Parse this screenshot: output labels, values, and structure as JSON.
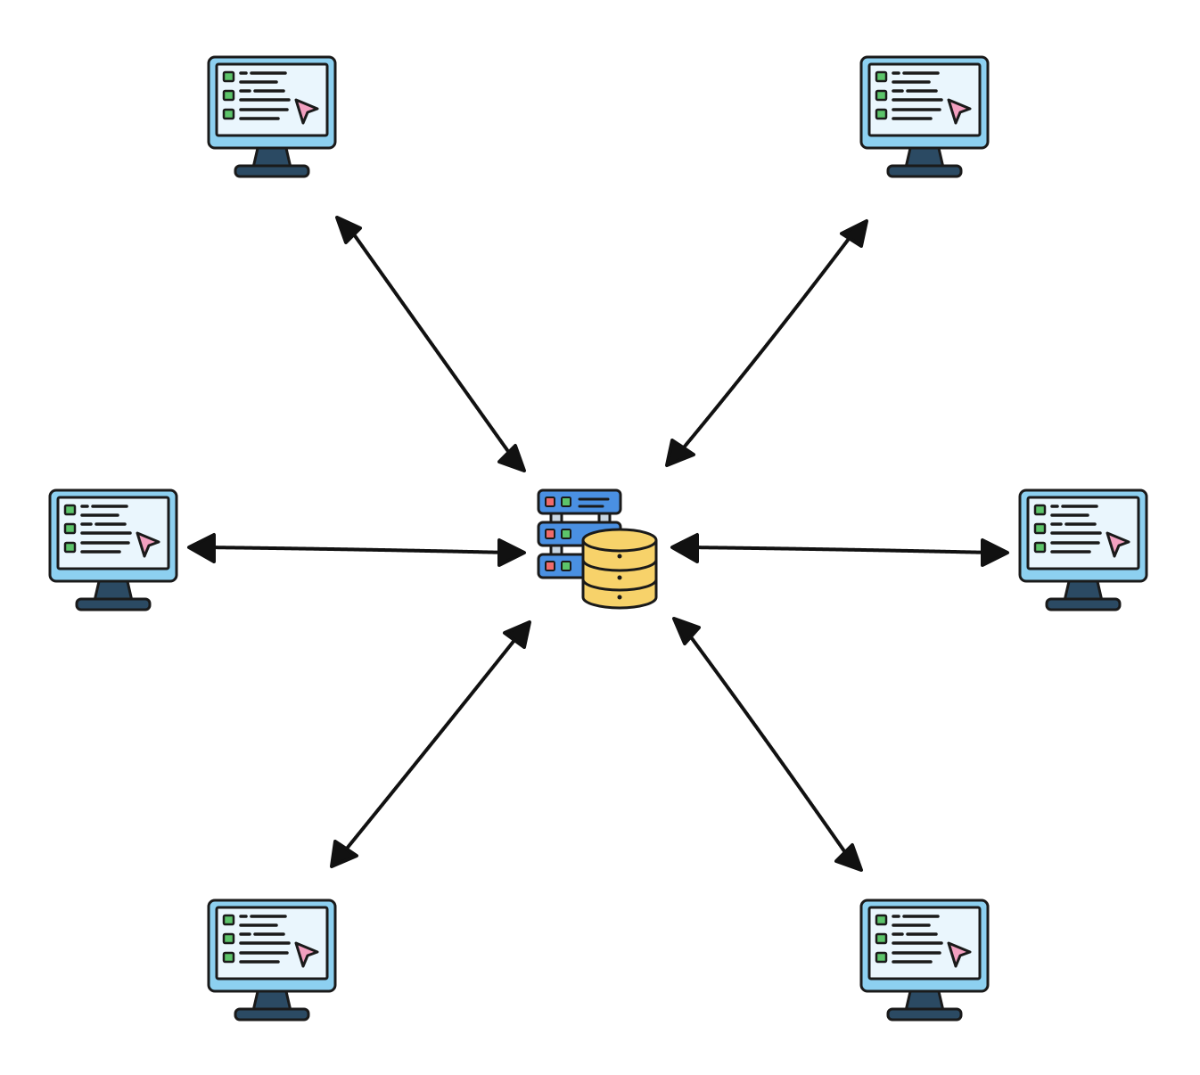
{
  "diagram": {
    "type": "star-network",
    "hub": {
      "id": "server",
      "icon": "server-database-icon"
    },
    "nodes": [
      {
        "id": "client-top-left",
        "icon": "computer-monitor-icon"
      },
      {
        "id": "client-top-right",
        "icon": "computer-monitor-icon"
      },
      {
        "id": "client-middle-left",
        "icon": "computer-monitor-icon"
      },
      {
        "id": "client-middle-right",
        "icon": "computer-monitor-icon"
      },
      {
        "id": "client-bottom-left",
        "icon": "computer-monitor-icon"
      },
      {
        "id": "client-bottom-right",
        "icon": "computer-monitor-icon"
      }
    ],
    "edges": [
      {
        "from": "server",
        "to": "client-top-left",
        "direction": "bidirectional"
      },
      {
        "from": "server",
        "to": "client-top-right",
        "direction": "bidirectional"
      },
      {
        "from": "server",
        "to": "client-middle-left",
        "direction": "bidirectional"
      },
      {
        "from": "server",
        "to": "client-middle-right",
        "direction": "bidirectional"
      },
      {
        "from": "server",
        "to": "client-bottom-left",
        "direction": "bidirectional"
      },
      {
        "from": "server",
        "to": "client-bottom-right",
        "direction": "bidirectional"
      }
    ],
    "colors": {
      "outline": "#1a1a1a",
      "monitor_bezel": "#8dd0f0",
      "monitor_screen": "#eaf6fd",
      "monitor_stand": "#2b4a63",
      "checkbox": "#5cc46a",
      "cursor": "#f2a0c0",
      "server_rack": "#4a90e2",
      "server_led_red": "#ef6a6a",
      "server_led_green": "#5cc46a",
      "database": "#f7d26a",
      "arrow": "#111111"
    }
  }
}
